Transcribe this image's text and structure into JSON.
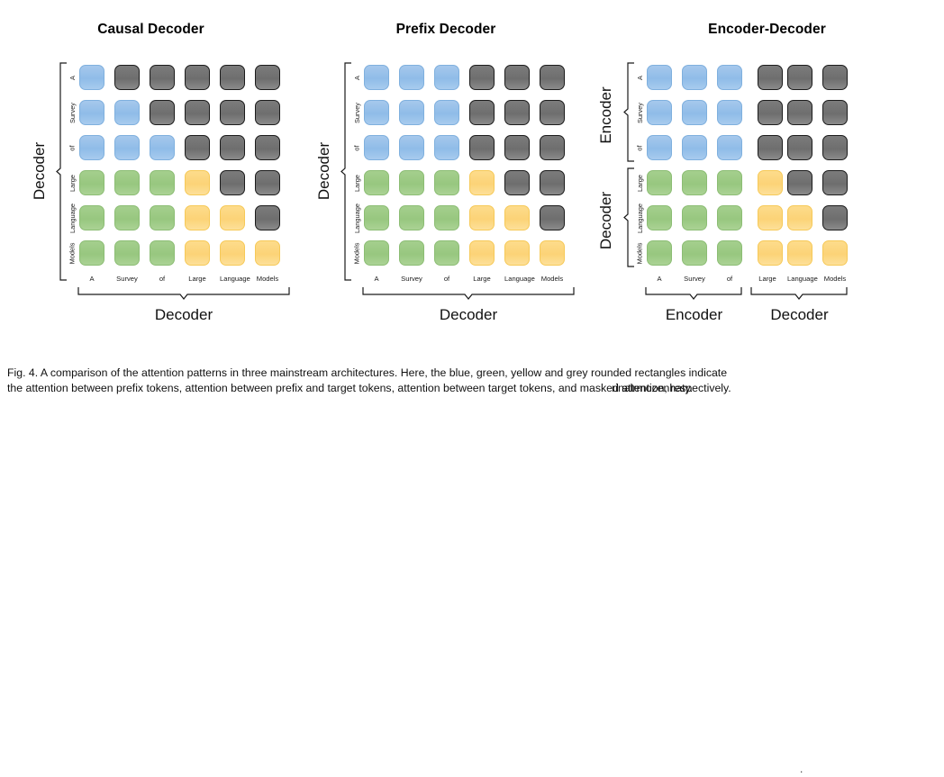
{
  "figure": {
    "tokens": [
      "A",
      "Survey",
      "of",
      "Large",
      "Language",
      "Models"
    ],
    "colors": {
      "blue": "#8fbce8",
      "green": "#97c77f",
      "yellow": "#fcd377",
      "grey": "#6e6e6e"
    },
    "legend_meaning": {
      "blue": "attention between prefix tokens",
      "green": "attention between prefix and target tokens",
      "yellow": "attention between target tokens",
      "grey": "masked attention"
    },
    "panels": [
      {
        "id": "causal-decoder",
        "title": "Causal Decoder",
        "row_labels": [
          "A",
          "Survey",
          "of",
          "Large",
          "Language",
          "Models"
        ],
        "col_labels": [
          "A",
          "Survey",
          "of",
          "Large",
          "Language",
          "Models"
        ],
        "matrix": [
          [
            "blue",
            "grey",
            "grey",
            "grey",
            "grey",
            "grey"
          ],
          [
            "blue",
            "blue",
            "grey",
            "grey",
            "grey",
            "grey"
          ],
          [
            "blue",
            "blue",
            "blue",
            "grey",
            "grey",
            "grey"
          ],
          [
            "green",
            "green",
            "green",
            "yellow",
            "grey",
            "grey"
          ],
          [
            "green",
            "green",
            "green",
            "yellow",
            "yellow",
            "grey"
          ],
          [
            "green",
            "green",
            "green",
            "yellow",
            "yellow",
            "yellow"
          ]
        ],
        "row_groups": [
          {
            "label": "Decoder",
            "from": 0,
            "to": 5
          }
        ],
        "col_groups": [
          {
            "label": "Decoder",
            "from": 0,
            "to": 5
          }
        ]
      },
      {
        "id": "prefix-decoder",
        "title": "Prefix Decoder",
        "row_labels": [
          "A",
          "Survey",
          "of",
          "Large",
          "Language",
          "Models"
        ],
        "col_labels": [
          "A",
          "Survey",
          "of",
          "Large",
          "Language",
          "Models"
        ],
        "matrix": [
          [
            "blue",
            "blue",
            "blue",
            "grey",
            "grey",
            "grey"
          ],
          [
            "blue",
            "blue",
            "blue",
            "grey",
            "grey",
            "grey"
          ],
          [
            "blue",
            "blue",
            "blue",
            "grey",
            "grey",
            "grey"
          ],
          [
            "green",
            "green",
            "green",
            "yellow",
            "grey",
            "grey"
          ],
          [
            "green",
            "green",
            "green",
            "yellow",
            "yellow",
            "grey"
          ],
          [
            "green",
            "green",
            "green",
            "yellow",
            "yellow",
            "yellow"
          ]
        ],
        "row_groups": [
          {
            "label": "Decoder",
            "from": 0,
            "to": 5
          }
        ],
        "col_groups": [
          {
            "label": "Decoder",
            "from": 0,
            "to": 5
          }
        ]
      },
      {
        "id": "encoder-decoder",
        "title": "Encoder-Decoder",
        "row_labels": [
          "A",
          "Survey",
          "of",
          "Large",
          "Language",
          "Models"
        ],
        "col_labels": [
          "A",
          "Survey",
          "of",
          "Large",
          "Language",
          "Models"
        ],
        "matrix": [
          [
            "blue",
            "blue",
            "blue",
            "grey",
            "grey",
            "grey"
          ],
          [
            "blue",
            "blue",
            "blue",
            "grey",
            "grey",
            "grey"
          ],
          [
            "blue",
            "blue",
            "blue",
            "grey",
            "grey",
            "grey"
          ],
          [
            "green",
            "green",
            "green",
            "yellow",
            "grey",
            "grey"
          ],
          [
            "green",
            "green",
            "green",
            "yellow",
            "yellow",
            "grey"
          ],
          [
            "green",
            "green",
            "green",
            "yellow",
            "yellow",
            "yellow"
          ]
        ],
        "row_groups": [
          {
            "label": "Encoder",
            "from": 0,
            "to": 2
          },
          {
            "label": "Decoder",
            "from": 3,
            "to": 5
          }
        ],
        "col_groups": [
          {
            "label": "Encoder",
            "from": 0,
            "to": 2
          },
          {
            "label": "Decoder",
            "from": 3,
            "to": 5
          }
        ]
      }
    ]
  },
  "caption": {
    "line1": "Fig. 4. A comparison of the attention patterns in three mainstream architectures. Here, the blue, green, yellow and grey rounded rectangles indicate",
    "line2_prefix": "the attention between prefix tokens, attention between prefix and target tokens, attention between target tokens, and mask",
    "line2_overlap_a": "ed attention, respectively.",
    "line2_overlap_b": "rinalrmozenhaty."
  }
}
